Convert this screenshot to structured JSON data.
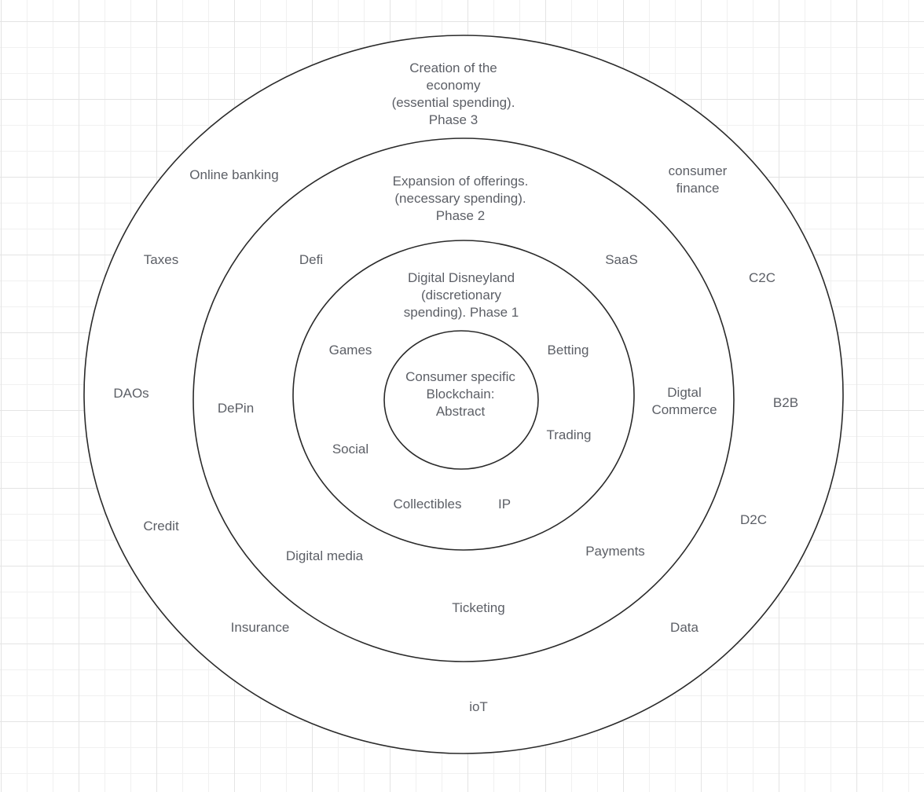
{
  "diagram": {
    "type": "concentric-circles",
    "colors": {
      "ring_stroke": "#2a2a2a",
      "ring_fill": "#ffffff",
      "text": "#5c5f66",
      "grid": "#e4e4e4"
    },
    "rings": [
      {
        "id": "phase-3",
        "title": "Creation of the\neconomy\n(essential spending).\nPhase 3",
        "items": [
          "Online banking",
          "consumer\nfinance",
          "Taxes",
          "C2C",
          "DAOs",
          "B2B",
          "Credit",
          "D2C",
          "Insurance",
          "Data",
          "ioT"
        ]
      },
      {
        "id": "phase-2",
        "title": "Expansion of offerings.\n(necessary spending).\nPhase 2",
        "items": [
          "Defi",
          "SaaS",
          "DePin",
          "Digtal\nCommerce",
          "Digital media",
          "Payments",
          "Ticketing"
        ]
      },
      {
        "id": "phase-1",
        "title": "Digital Disneyland\n(discretionary\nspending). Phase 1",
        "items": [
          "Games",
          "Betting",
          "Social",
          "Trading",
          "Collectibles",
          "IP"
        ]
      },
      {
        "id": "core",
        "title": "Consumer specific\nBlockchain:\nAbstract",
        "items": []
      }
    ]
  }
}
